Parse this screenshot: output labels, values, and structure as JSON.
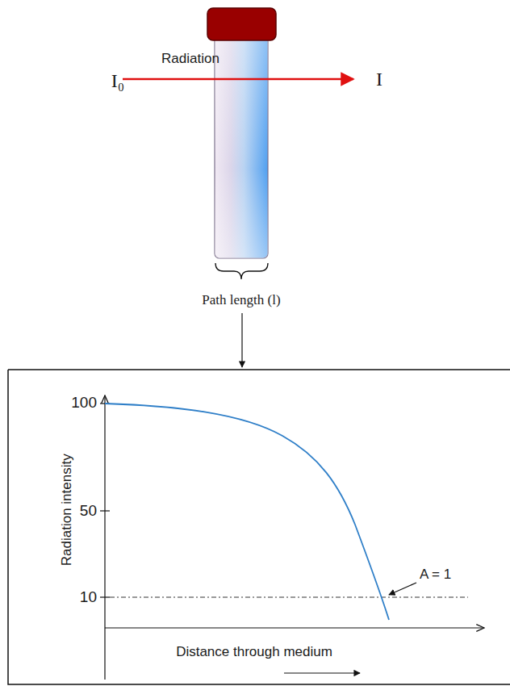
{
  "diagram": {
    "labels": [
      "Radiation",
      "I₀",
      "I",
      "Path length (l)",
      "100",
      "50",
      "10",
      "Radiation intensity",
      "A = 1",
      "Distance through medium"
    ]
  }
}
